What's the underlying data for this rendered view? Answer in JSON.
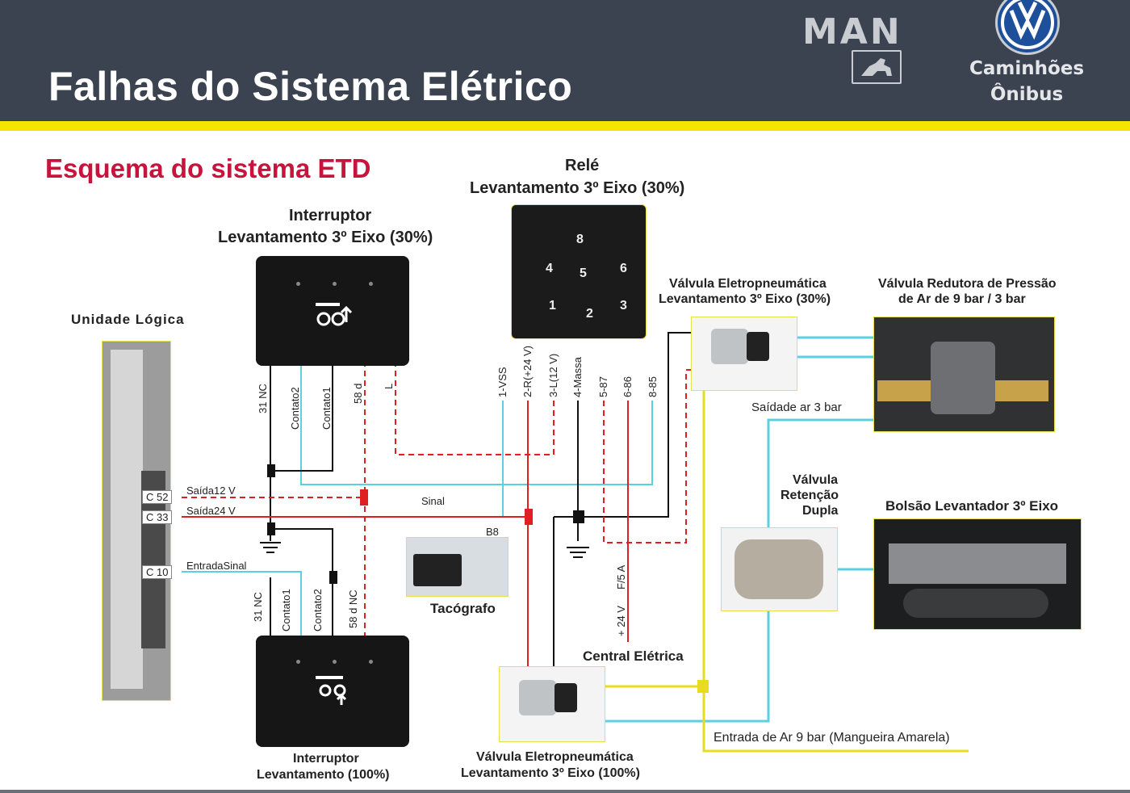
{
  "header": {
    "title": "Falhas do Sistema Elétrico",
    "man_logo": "MAN",
    "brand_line1": "Caminhões",
    "brand_line2": "Ônibus",
    "icons": [
      "lion-icon",
      "vw-logo-icon"
    ]
  },
  "diagram": {
    "subtitle": "Esquema do sistema ETD",
    "rele": {
      "title1": "Relé",
      "title2": "Levantamento 3º Eixo (30%)",
      "pins": [
        "8",
        "4",
        "5",
        "6",
        "1",
        "2",
        "3"
      ]
    },
    "switch30": {
      "title1": "Interruptor",
      "title2": "Levantamento 3º Eixo (30%)",
      "pins": [
        "31 NC",
        "Contato2",
        "Contato1",
        "58 d",
        "L"
      ]
    },
    "switch100": {
      "title1": "Interruptor",
      "title2": "Levantamento (100%)",
      "pins": [
        "31 NC",
        "Contato1",
        "Contato2",
        "58 d NC"
      ]
    },
    "logic_unit": {
      "title": "Unidade Lógica",
      "connectors": [
        "C 52",
        "C 33",
        "C 10"
      ]
    },
    "signals": {
      "saida12": "Saída12 V",
      "saida24": "Saída24 V",
      "entrada": "EntradaSinal",
      "sinal": "Sinal",
      "b8": "B8"
    },
    "relay_pins": [
      "1-VSS",
      "2-R(+24 V)",
      "3-L(12 V)",
      "4-Massa",
      "5-87",
      "6-86",
      "8-85"
    ],
    "central": {
      "label": "Central Elétrica",
      "pins": [
        "+ 24 V",
        "F/5 A"
      ]
    },
    "tacografo": "Tacógrafo",
    "valve30": {
      "title1": "Válvula Eletropneumática",
      "title2": "Levantamento 3º Eixo (30%)"
    },
    "valve100": {
      "title1": "Válvula Eletropneumática",
      "title2": "Levantamento 3º Eixo (100%)"
    },
    "reducer": {
      "title1": "Válvula Redutora de Pressão",
      "title2": "de Ar de 9 bar / 3 bar"
    },
    "check_valve": {
      "line1": "Válvula",
      "line2": "Retenção",
      "line3": "Dupla"
    },
    "bolsao": "Bolsão Levantador 3º Eixo",
    "air_out": "Saídade ar 3 bar",
    "air_in": "Entrada de Ar 9 bar (Mangueira Amarela)"
  },
  "colors": {
    "header_bg": "#3b4350",
    "yellow": "#f5e600",
    "red_title": "#c8143c",
    "wire_red": "#e02020",
    "wire_cyan": "#5ccfe0",
    "wire_black": "#111111",
    "hose_yellow": "#e8dc20"
  }
}
